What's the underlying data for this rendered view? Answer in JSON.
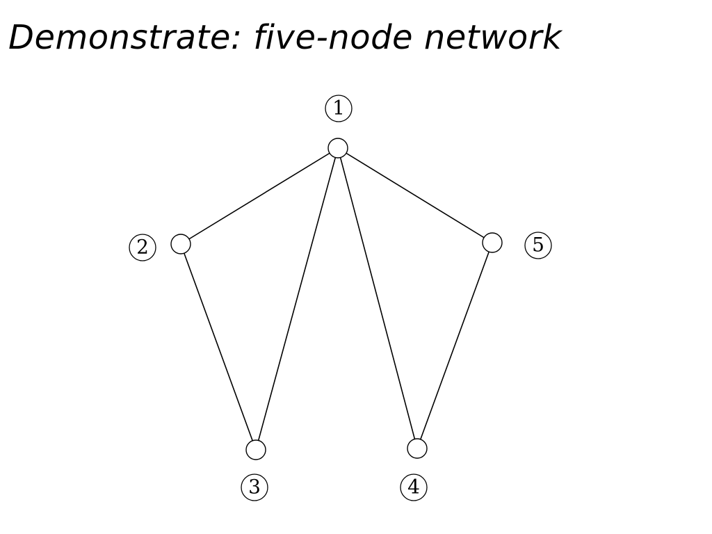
{
  "title": "Demonstrate: five-node network",
  "nodes": [
    {
      "id": 1,
      "label": "1"
    },
    {
      "id": 2,
      "label": "2"
    },
    {
      "id": 3,
      "label": "3"
    },
    {
      "id": 4,
      "label": "4"
    },
    {
      "id": 5,
      "label": "5"
    }
  ],
  "edges": [
    {
      "from": 1,
      "to": 2
    },
    {
      "from": 1,
      "to": 3
    },
    {
      "from": 1,
      "to": 4
    },
    {
      "from": 1,
      "to": 5
    },
    {
      "from": 2,
      "to": 3
    },
    {
      "from": 5,
      "to": 4
    }
  ]
}
